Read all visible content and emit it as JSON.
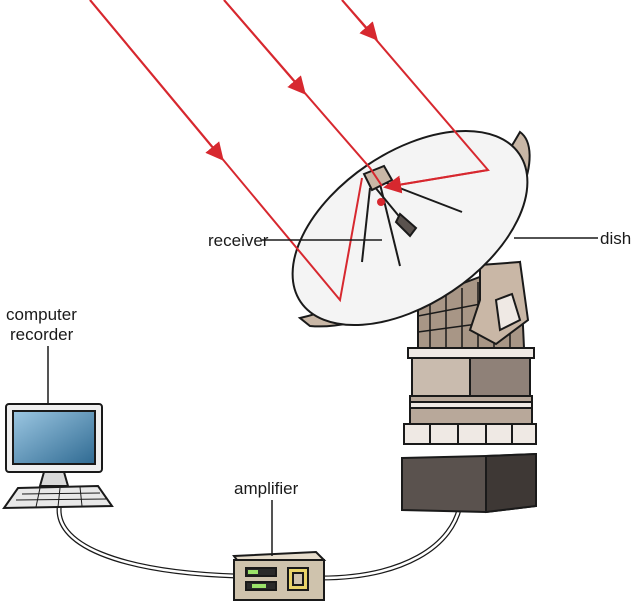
{
  "labels": {
    "receiver": "receiver",
    "dish": "dish",
    "computer_recorder_line1": "computer",
    "computer_recorder_line2": "recorder",
    "amplifier": "amplifier"
  },
  "colors": {
    "signal_ray": "#d7282f",
    "dish_face": "#f4f4f4",
    "dish_back": "#c9b7a6",
    "tower": "#b8a89a",
    "base": "#5a524e",
    "screen": "#3f7fa8",
    "outline": "#1a1a1a"
  },
  "icons": [
    "radio-dish-icon",
    "computer-monitor-icon",
    "keyboard-icon",
    "amplifier-box-icon"
  ]
}
